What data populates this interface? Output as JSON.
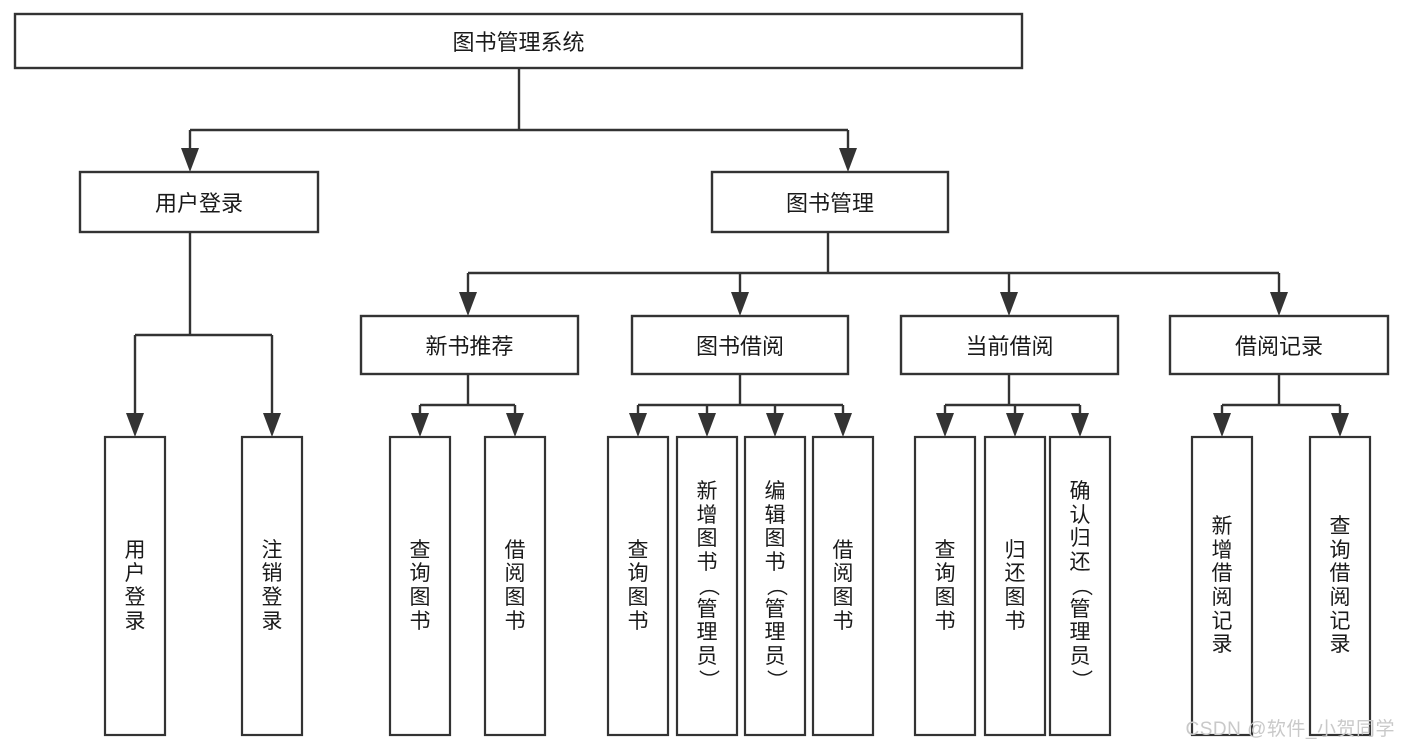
{
  "diagram": {
    "title": "图书管理系统",
    "watermark": "CSDN @软件_小贺同学",
    "colors": {
      "stroke": "#333333",
      "fill": "#ffffff",
      "text": "#1a1a1a",
      "watermark": "#c9c9c9"
    },
    "root": {
      "label": "图书管理系统"
    },
    "level2": [
      {
        "label": "用户登录"
      },
      {
        "label": "图书管理"
      }
    ],
    "level3": [
      {
        "label": "新书推荐"
      },
      {
        "label": "图书借阅"
      },
      {
        "label": "当前借阅"
      },
      {
        "label": "借阅记录"
      }
    ],
    "leaves": {
      "user_login": [
        {
          "label": "用户登录"
        },
        {
          "label": "注销登录"
        }
      ],
      "new_book_recommend": [
        {
          "label": "查询图书"
        },
        {
          "label": "借阅图书"
        }
      ],
      "book_borrow": [
        {
          "label": "查询图书"
        },
        {
          "label": "新增图书（管理员）"
        },
        {
          "label": "编辑图书（管理员）"
        },
        {
          "label": "借阅图书"
        }
      ],
      "current_borrow": [
        {
          "label": "查询图书"
        },
        {
          "label": "归还图书"
        },
        {
          "label": "确认归还（管理员）"
        }
      ],
      "borrow_record": [
        {
          "label": "新增借阅记录"
        },
        {
          "label": "查询借阅记录"
        }
      ]
    }
  }
}
